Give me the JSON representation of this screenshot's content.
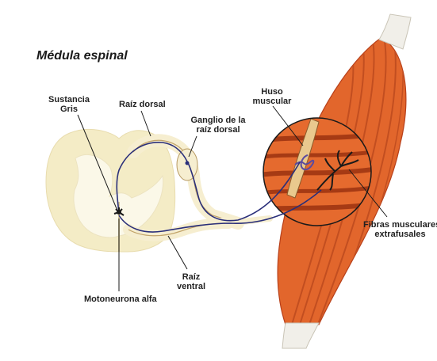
{
  "title": "Médula espinal",
  "labels": {
    "sustancia_gris": [
      "Sustancia",
      "Gris"
    ],
    "raiz_dorsal": "Raíz dorsal",
    "ganglio": [
      "Ganglio de la",
      "raíz dorsal"
    ],
    "huso": [
      "Huso",
      "muscular"
    ],
    "fibras": [
      "Fibras musculares",
      "extrafusales"
    ],
    "raiz_ventral": [
      "Raíz",
      "ventral"
    ],
    "motoneurona": "Motoneurona alfa"
  },
  "colors": {
    "spinal_cord": "#f4ecc6",
    "gray_matter": "#fbf8e8",
    "muscle": "#e2662c",
    "muscle_dark": "#b8401a",
    "tendon": "#f1efe9",
    "nerve": "#2a2f7a",
    "root": "#f6eed0"
  }
}
